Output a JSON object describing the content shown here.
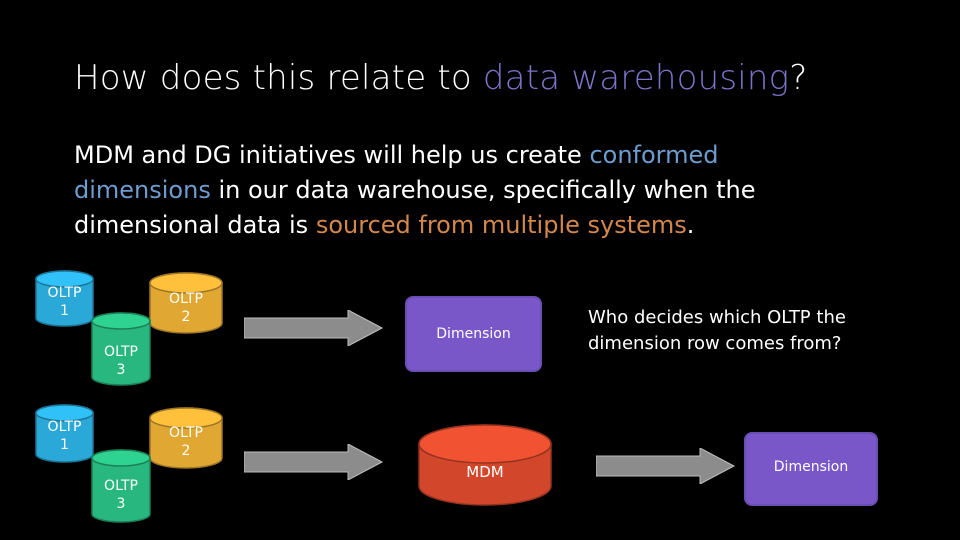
{
  "title": {
    "prefix": "How does this relate to ",
    "highlight": "data warehousing",
    "suffix": "?"
  },
  "paragraph": {
    "t1": "MDM and DG initiatives will help us create ",
    "h1": "conformed dimensions",
    "t2": " in our data warehouse, specifically  when the dimensional data is ",
    "h2": "sourced from multiple systems",
    "t3": "."
  },
  "top_group": {
    "oltp1": "OLTP\n1",
    "oltp2": "OLTP\n2",
    "oltp3": "OLTP\n3",
    "dimension": "Dimension"
  },
  "bottom_group": {
    "oltp1": "OLTP\n1",
    "oltp2": "OLTP\n2",
    "oltp3": "OLTP\n3",
    "mdm": "MDM",
    "dimension": "Dimension"
  },
  "question": "Who decides which OLTP the dimension row comes from?",
  "colors": {
    "oltp1": "#2aa8d8",
    "oltp2": "#e0a733",
    "oltp3": "#28b77e",
    "dimension": "#7a57c9",
    "mdm": "#d2472b",
    "arrow": "#8c8c8c"
  }
}
